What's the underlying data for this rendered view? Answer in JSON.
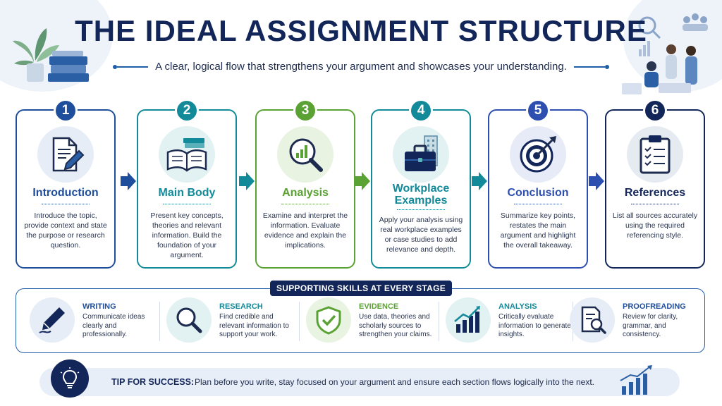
{
  "header": {
    "title": "THE IDEAL ASSIGNMENT STRUCTURE",
    "subtitle": "A clear, logical flow that strengthens your argument and showcases your understanding."
  },
  "stages": [
    {
      "number": "1",
      "label": "Introduction",
      "description": "Introduce the topic, provide context and state the purpose or research question.",
      "color": "#1f4e9c",
      "icon": "document-pen-icon"
    },
    {
      "number": "2",
      "label": "Main Body",
      "description": "Present key concepts, theories and relevant information. Build the foundation of your argument.",
      "color": "#138a9a",
      "icon": "open-book-icon"
    },
    {
      "number": "3",
      "label": "Analysis",
      "description": "Examine and interpret the information. Evaluate evidence and explain the implications.",
      "color": "#5aa233",
      "icon": "magnifier-chart-icon"
    },
    {
      "number": "4",
      "label": "Workplace Examples",
      "description": "Apply your analysis using real workplace examples or case studies to add relevance and depth.",
      "color": "#138a9a",
      "icon": "briefcase-building-icon"
    },
    {
      "number": "5",
      "label": "Conclusion",
      "description": "Summarize key points, restates the main argument and highlight the overall takeaway.",
      "color": "#2d4fb0",
      "icon": "target-icon"
    },
    {
      "number": "6",
      "label": "References",
      "description": "List all sources accurately using the required referencing style.",
      "color": "#13265a",
      "icon": "clipboard-list-icon"
    }
  ],
  "skills": {
    "heading": "SUPPORTING SKILLS AT EVERY STAGE",
    "items": [
      {
        "name": "WRITING",
        "description": "Communicate ideas clearly and professionally.",
        "color": "#1f4e9c",
        "icon": "pen-icon"
      },
      {
        "name": "RESEARCH",
        "description": "Find credible and relevant information to support your work.",
        "color": "#138a9a",
        "icon": "magnifier-icon"
      },
      {
        "name": "EVIDENCE",
        "description": "Use data, theories and scholarly sources to strengthen your claims.",
        "color": "#5aa233",
        "icon": "shield-check-icon"
      },
      {
        "name": "ANALYSIS",
        "description": "Critically evaluate information to generate insights.",
        "color": "#138a9a",
        "icon": "bar-chart-icon"
      },
      {
        "name": "PROOFREADING",
        "description": "Review for clarity, grammar, and consistency.",
        "color": "#1f4e9c",
        "icon": "document-magnifier-icon"
      }
    ]
  },
  "tip": {
    "label": "TIP FOR SUCCESS:",
    "text": "Plan before you write, stay focused on your argument and ensure each section flows logically into the next.",
    "icon": "lightbulb-icon"
  }
}
